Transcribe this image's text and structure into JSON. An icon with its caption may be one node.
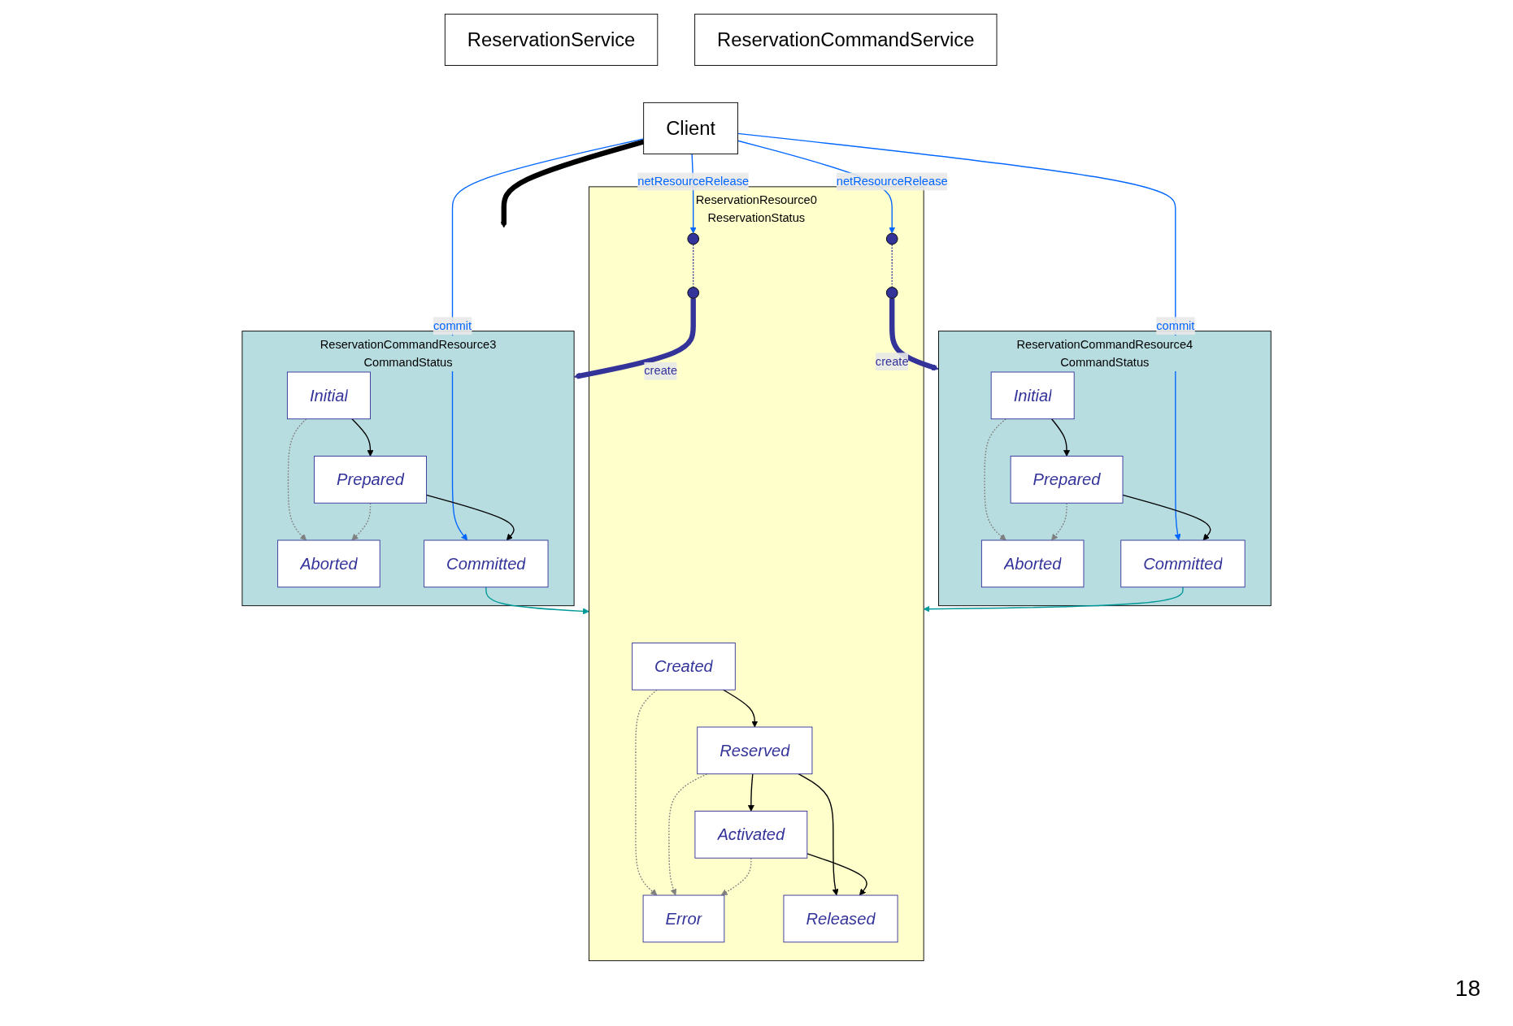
{
  "diagram": {
    "nodes": [
      {
        "text": [
          "Client"
        ]
      },
      {
        "text": [
          "ReservationService"
        ]
      },
      {
        "text": [
          "ReservationCommandService"
        ]
      },
      {
        "text": [
          "ReservationResource0",
          "ReservationStatus"
        ]
      },
      {
        "text": [
          "Created"
        ],
        "in": 3
      },
      {
        "text": [
          "Reserved"
        ],
        "in": 3
      },
      {
        "text": [
          "Activated"
        ],
        "in": 3
      },
      {
        "text": [
          "Error"
        ],
        "in": 3
      },
      {
        "text": [
          "Released"
        ],
        "in": 3
      },
      {
        "text": [],
        "shape": "circle",
        "in": 3
      },
      {
        "text": [],
        "shape": "circle",
        "in": 3
      },
      {
        "text": [],
        "shape": "circle",
        "in": 3
      },
      {
        "text": [],
        "shape": "circle",
        "in": 3
      },
      {
        "text": [
          "ReservationCommandResource3",
          "CommandStatus"
        ]
      },
      {
        "text": [
          "Initial"
        ],
        "in": 13
      },
      {
        "text": [
          "Prepared"
        ],
        "in": 13
      },
      {
        "text": [
          "Aborted"
        ],
        "in": 13
      },
      {
        "text": [
          "Committed"
        ],
        "in": 13
      },
      {
        "text": [
          "ReservationCommandResource4",
          "CommandStatus"
        ]
      },
      {
        "text": [
          "Initial"
        ],
        "in": 18
      },
      {
        "text": [
          "Prepared"
        ],
        "in": 18
      },
      {
        "text": [
          "Aborted"
        ],
        "in": 18
      },
      {
        "text": [
          "Committed"
        ],
        "in": 18
      }
    ],
    "edges": [
      {
        "from": 0,
        "to": null,
        "arrow": "to",
        "style": "thick"
      },
      {
        "from": 4,
        "to": 5,
        "arrow": "to"
      },
      {
        "from": 4,
        "to": 7,
        "arrow": "to",
        "style": "dashed",
        "color": "#808080"
      },
      {
        "from": 5,
        "to": 6,
        "arrow": "to"
      },
      {
        "from": 5,
        "to": 8,
        "arrow": "to"
      },
      {
        "from": 5,
        "to": 7,
        "arrow": "to",
        "style": "dashed",
        "color": "#808080"
      },
      {
        "from": 6,
        "to": 7,
        "arrow": "to",
        "style": "dashed",
        "color": "#808080"
      },
      {
        "from": 6,
        "to": 8,
        "arrow": "to"
      },
      {
        "from": 0,
        "to": 9,
        "arrow": "to",
        "label": "netResourceRelease",
        "color": "#0066ff"
      },
      {
        "from": 9,
        "to": 10,
        "arrow": "none",
        "style": "dashed",
        "color": "#333399"
      },
      {
        "from": 10,
        "to": 13,
        "arrow": "to",
        "label": "create",
        "style": "thick",
        "color": "#333399"
      },
      {
        "from": 0,
        "to": 17,
        "arrow": "to",
        "label": "commit",
        "color": "#0066ff"
      },
      {
        "from": 17,
        "to": 3,
        "arrow": "to",
        "color": "#009999"
      },
      {
        "from": 14,
        "to": 15,
        "arrow": "to"
      },
      {
        "from": 14,
        "to": 16,
        "arrow": "to",
        "style": "dashed",
        "color": "#808080"
      },
      {
        "from": 15,
        "to": 16,
        "arrow": "to",
        "style": "dashed",
        "color": "#808080"
      },
      {
        "from": 15,
        "to": 17,
        "arrow": "to"
      },
      {
        "from": 0,
        "to": 11,
        "arrow": "to",
        "label": "netResourceRelease",
        "color": "#0066ff"
      },
      {
        "from": 11,
        "to": 12,
        "arrow": "none",
        "style": "dashed",
        "color": "#333399"
      },
      {
        "from": 12,
        "to": 18,
        "arrow": "to",
        "label": "create",
        "style": "thick",
        "color": "#333399"
      },
      {
        "from": 0,
        "to": 22,
        "arrow": "to",
        "label": "commit",
        "color": "#0066ff"
      },
      {
        "from": 22,
        "to": 3,
        "arrow": "to",
        "color": "#009999"
      },
      {
        "from": 19,
        "to": 20,
        "arrow": "to"
      },
      {
        "from": 19,
        "to": 21,
        "arrow": "to",
        "style": "dashed",
        "color": "#808080"
      },
      {
        "from": 20,
        "to": 21,
        "arrow": "to",
        "style": "dashed",
        "color": "#808080"
      },
      {
        "from": 20,
        "to": 22,
        "arrow": "to"
      }
    ],
    "labels": [
      "18"
    ]
  }
}
